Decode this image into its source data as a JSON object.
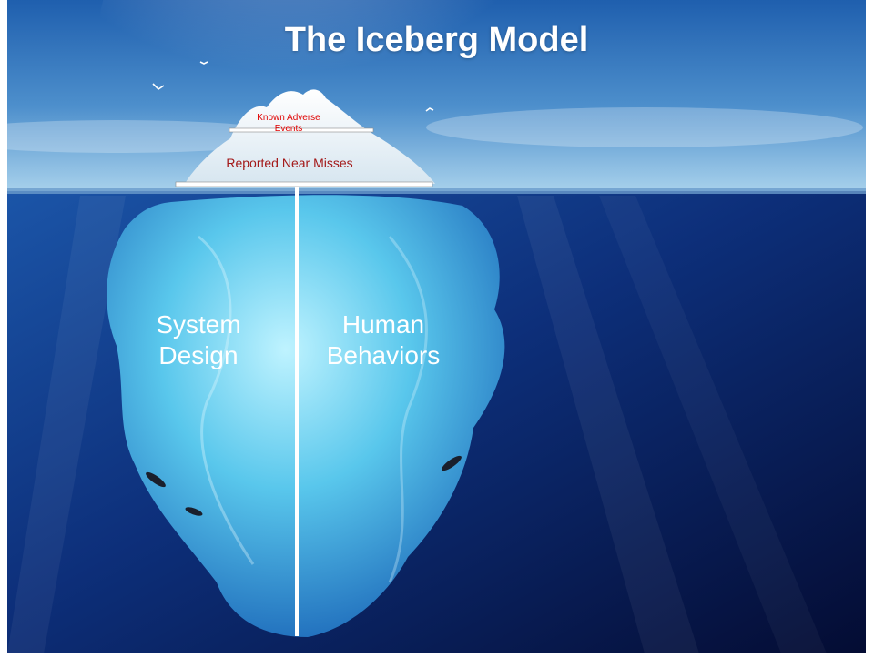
{
  "title": "The Iceberg Model",
  "labels": {
    "known_adverse_events": "Known Adverse Events",
    "reported_near_misses": "Reported Near Misses",
    "system_design": "System Design",
    "human_behaviors": "Human Behaviors"
  },
  "colors": {
    "title": "#ffffff",
    "known_adverse_events": "#e00000",
    "reported_near_misses": "#a31818",
    "underwater_labels": "#ffffff",
    "sky_top": "#1f5fae",
    "sky_horizon": "#9fcbe8",
    "ocean_deep": "#050f3a",
    "ocean_surface": "#1b55a8"
  },
  "icons": {
    "seagulls": "seagull-icon",
    "penguins": "penguin-icon"
  }
}
